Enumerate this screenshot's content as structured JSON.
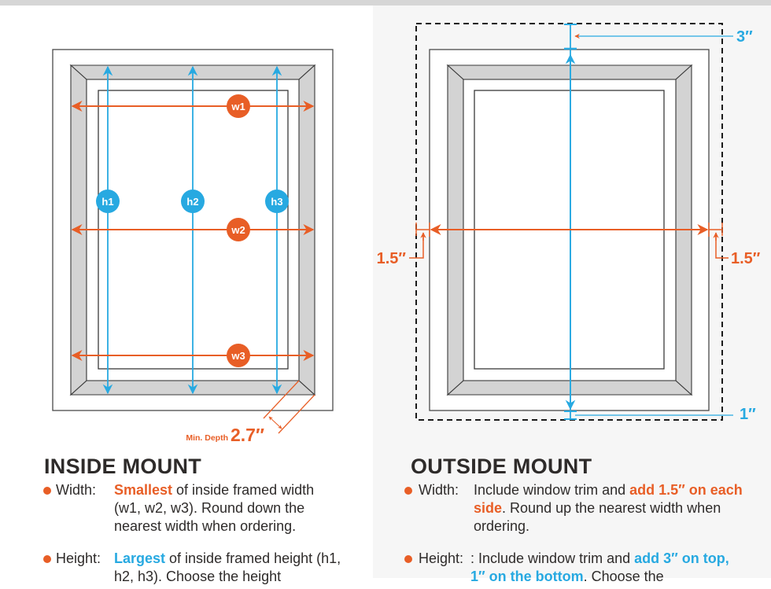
{
  "colors": {
    "orange": "#e85e26",
    "blue": "#27a9e1",
    "frame_gray": "#d3d3d3",
    "text_dark": "#2e2b2a",
    "right_panel_bg": "#f6f6f6"
  },
  "inside_diagram": {
    "width_markers": [
      "w1",
      "w2",
      "w3"
    ],
    "height_markers": [
      "h1",
      "h2",
      "h3"
    ],
    "depth_label": "Min. Depth",
    "depth_value": "2.7″"
  },
  "outside_diagram": {
    "top_label": "3″",
    "bottom_label": "1″",
    "left_label": "1.5″",
    "right_label": "1.5″"
  },
  "inside_mount": {
    "title": "INSIDE MOUNT",
    "width": {
      "label": "Width:",
      "highlight": "Smallest",
      "text": " of inside framed width (w1, w2, w3). Round down the nearest width when ordering."
    },
    "height": {
      "label": "Height:",
      "highlight": "Largest",
      "text": " of inside framed height (h1, h2, h3). Choose the height"
    }
  },
  "outside_mount": {
    "title": "OUTSIDE MOUNT",
    "width": {
      "label": "Width:",
      "pre": "Include window trim and ",
      "highlight": "add 1.5″ on each side",
      "text": ". Round up the nearest width when ordering."
    },
    "height": {
      "label": "Height:",
      "pre": ": Include window trim and ",
      "highlight": "add 3″ on top, 1″ on the bottom",
      "text": ". Choose the"
    }
  }
}
